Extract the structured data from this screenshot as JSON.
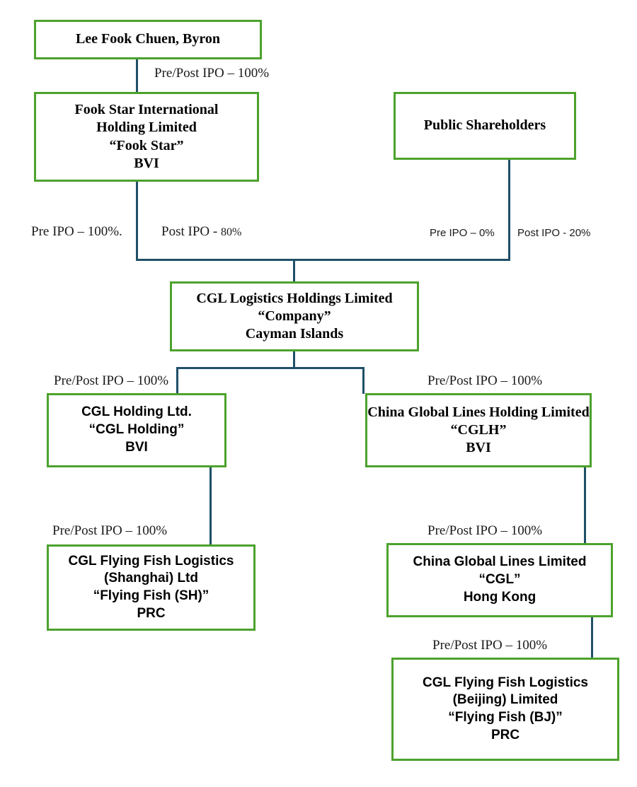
{
  "diagram": {
    "title": "CGL Logistics Holdings Limited corporate structure",
    "colors": {
      "box_border": "#4CA22C",
      "connector": "#1F5068",
      "text": "#000000",
      "background": "#FFFFFF"
    }
  },
  "nodes": {
    "lee": {
      "lines": [
        "Lee Fook Chuen, Byron"
      ]
    },
    "fook_star": {
      "lines": [
        "Fook Star International",
        "Holding Limited",
        "“Fook Star”",
        "BVI"
      ]
    },
    "public": {
      "lines": [
        "Public Shareholders"
      ]
    },
    "company": {
      "lines": [
        "CGL Logistics Holdings Limited",
        "“Company”",
        "Cayman Islands"
      ]
    },
    "cgl_holding": {
      "lines": [
        "CGL Holding Ltd.",
        "“CGL Holding”",
        "BVI"
      ]
    },
    "cglh": {
      "lines": [
        "China Global Lines Holding Limited",
        "“CGLH”",
        "BVI"
      ]
    },
    "flying_fish_sh": {
      "lines": [
        "CGL Flying Fish Logistics",
        "(Shanghai) Ltd",
        "“Flying Fish (SH)”",
        "PRC"
      ]
    },
    "cgl_hk": {
      "lines": [
        "China Global Lines Limited",
        "“CGL”",
        "Hong Kong"
      ]
    },
    "flying_fish_bj": {
      "lines": [
        "CGL Flying Fish Logistics",
        "(Beijing) Limited",
        "“Flying Fish (BJ)”",
        "PRC"
      ]
    }
  },
  "edge_labels": {
    "lee_to_fook_star": "Pre/Post IPO – 100%",
    "fook_star_pre": "Pre IPO – 100%.",
    "fook_star_post_prefix": "Post IPO - ",
    "fook_star_post_value": "80%",
    "public_pre": "Pre IPO – 0%",
    "public_post": "Post IPO - 20%",
    "company_to_cgl_holding": "Pre/Post IPO – 100%",
    "company_to_cglh": "Pre/Post IPO – 100%",
    "cgl_holding_to_ff_sh": "Pre/Post IPO – 100%",
    "cglh_to_cgl_hk": "Pre/Post IPO – 100%",
    "cgl_hk_to_ff_bj": "Pre/Post IPO – 100%"
  }
}
